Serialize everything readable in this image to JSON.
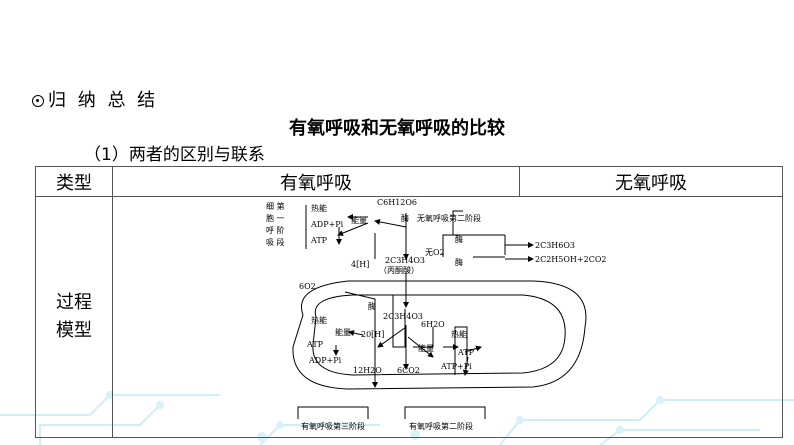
{
  "section": {
    "label": "归 纳 总 结"
  },
  "title": "有氧呼吸和无氧呼吸的比较",
  "subtitle": "（1）两者的区别与联系",
  "table": {
    "headers": [
      "类型",
      "有氧呼吸",
      "无氧呼吸"
    ],
    "row_label_line1": "过程",
    "row_label_line2": "模型"
  },
  "diagram": {
    "glucose": "C6H12O6",
    "enzyme_top": "酶",
    "anaerobic_stage2": "无氧呼吸第二阶段",
    "stage1_vertical": [
      "细胞呼吸第一阶段"
    ],
    "heat_top": "热能",
    "energy_top": "能量",
    "adp_top": "ADP+Pi",
    "atp_top": "ATP",
    "no_o2": "无O2",
    "enzyme_a": "酶",
    "enzyme_b": "酶",
    "lactic": "2C3H6O3",
    "ethanol": "2C2H5OH+2CO2",
    "pyruvate": "2C3H4O3",
    "pyruvate_name": "（丙酮酸）",
    "h4": "4[H]",
    "o2": "6O2",
    "enzyme_mito": "酶",
    "pyruvate_mito": "2C3H4O3",
    "h2o_in": "6H2O",
    "h20": "20[H]",
    "heat_left": "热能",
    "energy_left": "能量",
    "atp_left": "ATP",
    "adp_left": "ADP+Pi",
    "h2o_out": "12H2O",
    "co2": "6CO2",
    "energy_right": "能量",
    "heat_right": "热能",
    "atp_right": "ATP",
    "adp_right": "ATP+Pi",
    "aerobic_stage3": "有氧呼吸第三阶段",
    "aerobic_stage2": "有氧呼吸第二阶段"
  }
}
